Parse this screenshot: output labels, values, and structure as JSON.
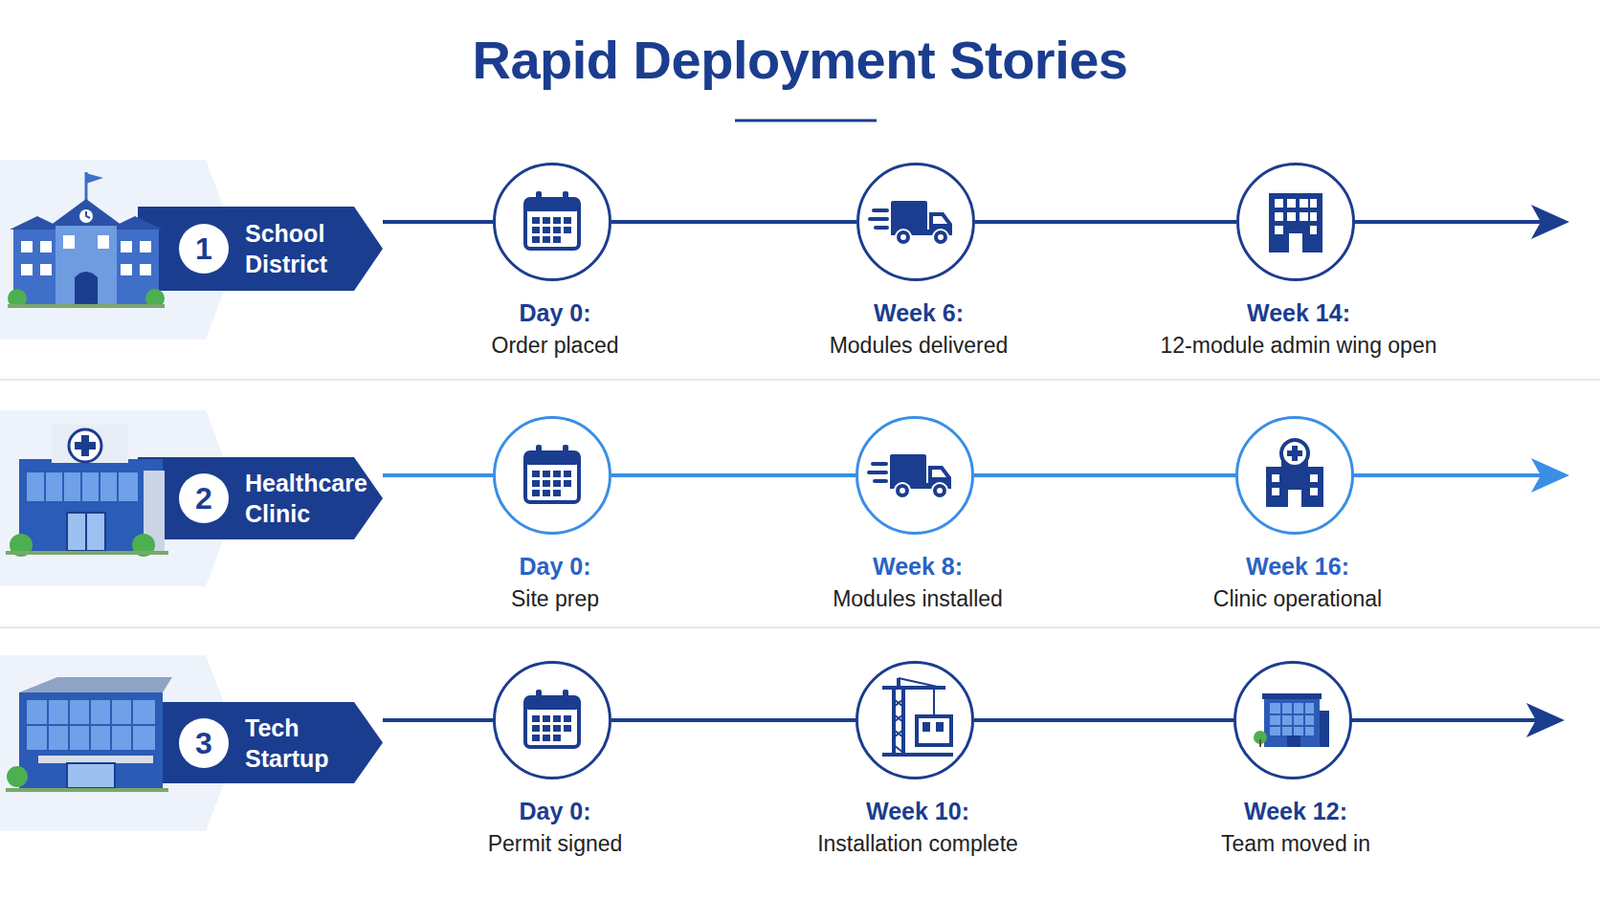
{
  "diagram": {
    "title": "Rapid Deployment Stories",
    "nodes": [
      {
        "text": [
          "1",
          "School District"
        ]
      },
      {
        "text": [
          "Day 0:",
          "Order placed"
        ]
      },
      {
        "text": [
          "Week 6:",
          "Modules delivered"
        ]
      },
      {
        "text": [
          "Week 14:",
          "12-module admin wing open"
        ]
      },
      {
        "text": [
          "2",
          "Healthcare Clinic"
        ]
      },
      {
        "text": [
          "Day 0:",
          "Site prep"
        ]
      },
      {
        "text": [
          "Week 8:",
          "Modules installed"
        ]
      },
      {
        "text": [
          "Week 16:",
          "Clinic operational"
        ]
      },
      {
        "text": [
          "3",
          "Tech Startup"
        ]
      },
      {
        "text": [
          "Day 0:",
          "Permit signed"
        ]
      },
      {
        "text": [
          "Week 10:",
          "Installation complete"
        ]
      },
      {
        "text": [
          "Week 12:",
          "Team moved in"
        ]
      }
    ],
    "edges": [
      {
        "from": 0,
        "to": 1,
        "arrow": "none"
      },
      {
        "from": 1,
        "to": 2,
        "arrow": "none"
      },
      {
        "from": 2,
        "to": 3,
        "arrow": "none"
      },
      {
        "from": 4,
        "to": 5,
        "arrow": "none"
      },
      {
        "from": 5,
        "to": 6,
        "arrow": "none"
      },
      {
        "from": 6,
        "to": 7,
        "arrow": "none"
      },
      {
        "from": 8,
        "to": 9,
        "arrow": "none"
      },
      {
        "from": 9,
        "to": 10,
        "arrow": "none"
      },
      {
        "from": 10,
        "to": 11,
        "arrow": "none"
      }
    ]
  }
}
